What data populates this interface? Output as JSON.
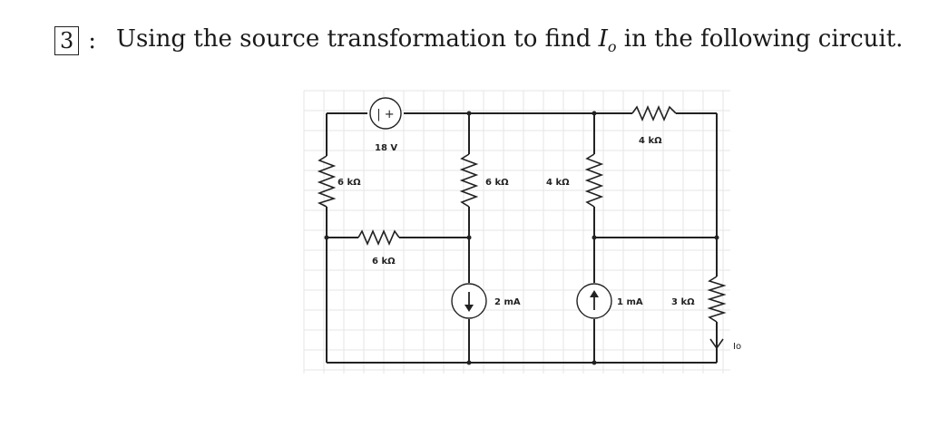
{
  "problem": {
    "number": "3",
    "colon": ":",
    "text_before": "Using the source transformation to find ",
    "var_main": "I",
    "var_sub": "o",
    "text_after": " in the following circuit."
  },
  "circuit": {
    "voltage_source": {
      "label": "18 V",
      "symbol": "| +"
    },
    "r_left": "6 kΩ",
    "r_middle_horizontal": "6 kΩ",
    "r_center_vertical": "6 kΩ",
    "r_right_vertical": "4 kΩ",
    "r_top_right": "4 kΩ",
    "r_io": "3 kΩ",
    "current_source_down": {
      "label": "2 mA",
      "direction": "down"
    },
    "current_source_up": {
      "label": "1 mA",
      "direction": "up"
    },
    "output_current": "Io"
  }
}
